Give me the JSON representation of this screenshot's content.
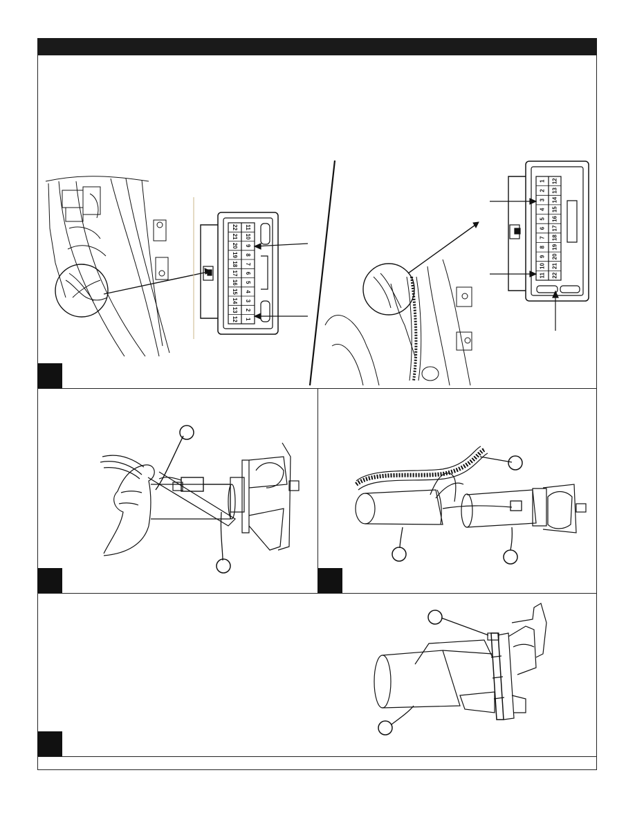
{
  "connector_left": {
    "top_row": [
      "11",
      "10",
      "9",
      "8",
      "7",
      "6",
      "5",
      "4",
      "3",
      "2",
      "1"
    ],
    "bottom_row": [
      "22",
      "21",
      "20",
      "19",
      "18",
      "17",
      "16",
      "15",
      "14",
      "13",
      "12"
    ]
  },
  "connector_right": {
    "left_col": [
      "1",
      "2",
      "3",
      "4",
      "5",
      "6",
      "7",
      "8",
      "9",
      "10",
      "11"
    ],
    "right_col": [
      "12",
      "13",
      "14",
      "15",
      "16",
      "17",
      "18",
      "19",
      "20",
      "21",
      "22"
    ]
  },
  "colors": {
    "ink": "#111111",
    "frame": "#222222",
    "paper": "#ffffff"
  }
}
